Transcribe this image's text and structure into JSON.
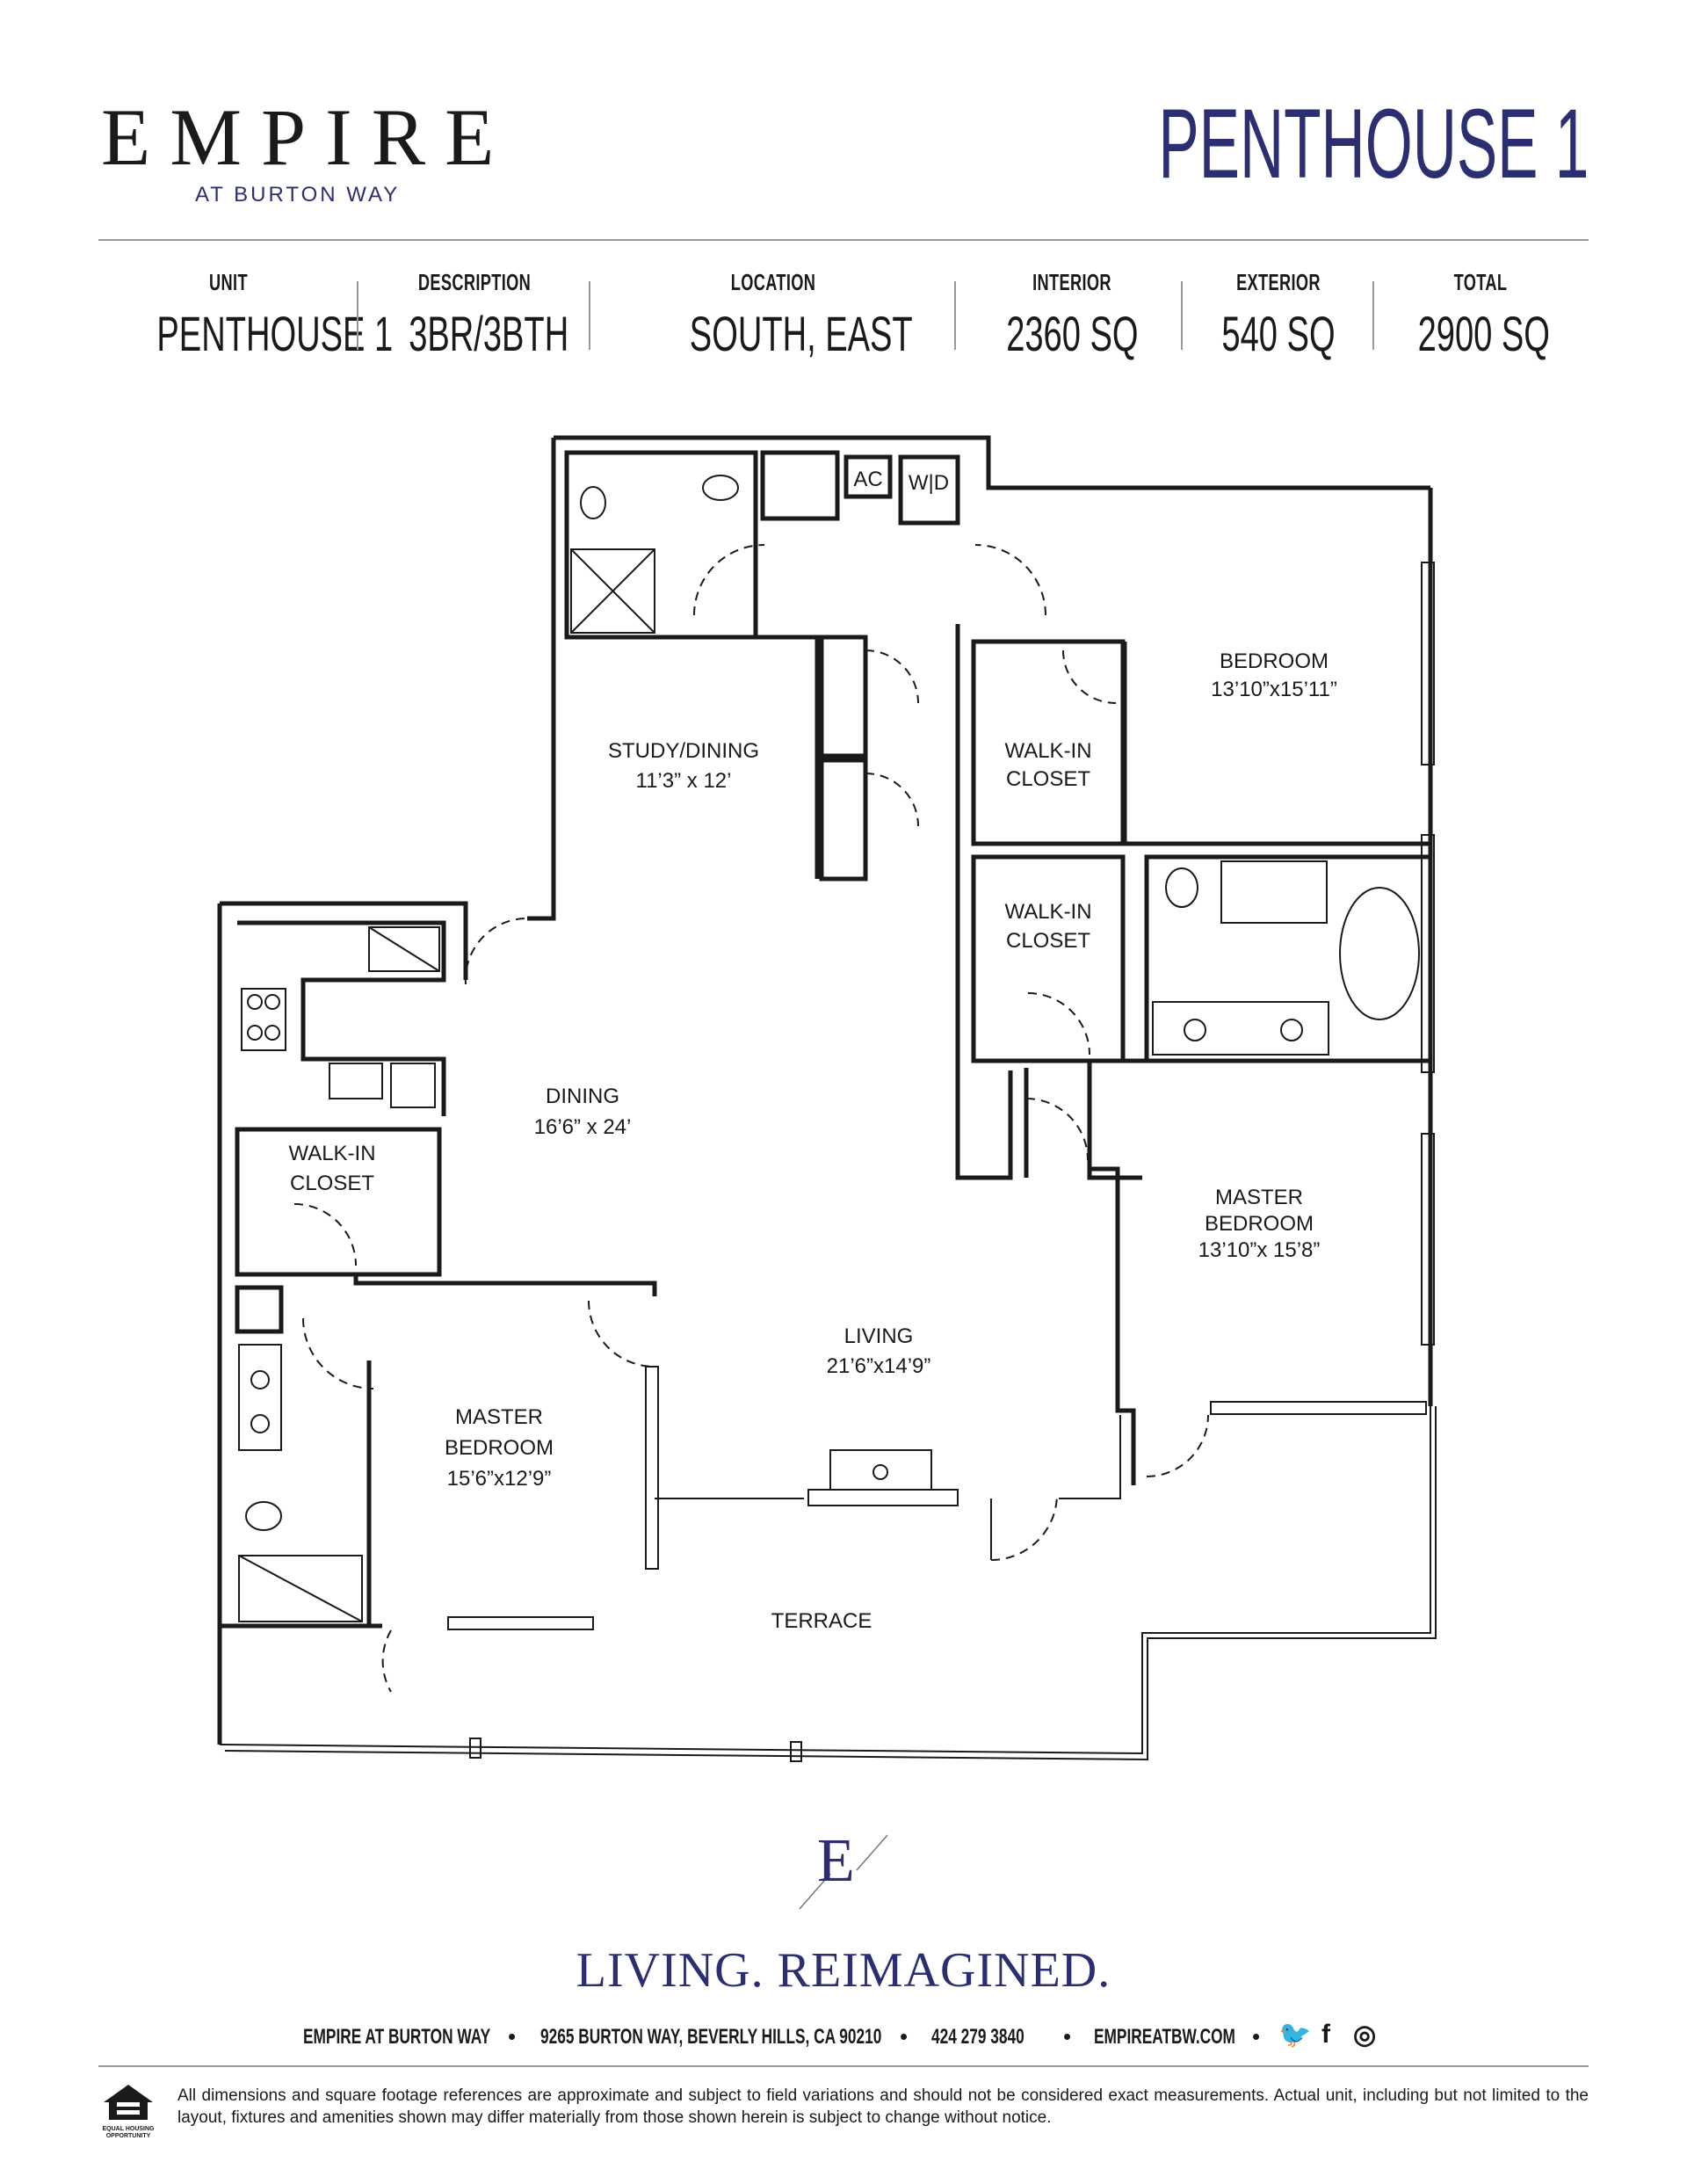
{
  "header": {
    "brand_name": "EMPIRE",
    "brand_tagline": "AT BURTON WAY",
    "unit_title": "PENTHOUSE 1"
  },
  "specs": [
    {
      "label": "UNIT",
      "value": "PENTHOUSE 1"
    },
    {
      "label": "DESCRIPTION",
      "value": "3BR/3BTH"
    },
    {
      "label": "LOCATION",
      "value": "SOUTH, EAST"
    },
    {
      "label": "INTERIOR",
      "value": "2360 SQ"
    },
    {
      "label": "EXTERIOR",
      "value": "540 SQ"
    },
    {
      "label": "TOTAL",
      "value": "2900 SQ"
    }
  ],
  "floorplan": {
    "fixtures": {
      "ac": "AC",
      "wd": "W|D"
    },
    "rooms": [
      {
        "name": "BEDROOM",
        "size": "13’10”x15’11”"
      },
      {
        "name": "STUDY/DINING",
        "size": "11’3” x 12’"
      },
      {
        "name": "WALK-IN",
        "name2": "CLOSET"
      },
      {
        "name": "WALK-IN",
        "name2": "CLOSET"
      },
      {
        "name": "DINING",
        "size": "16’6” x 24’"
      },
      {
        "name": "WALK-IN",
        "name2": "CLOSET"
      },
      {
        "name": "MASTER",
        "name2": "BEDROOM",
        "size": "13’10”x 15’8”"
      },
      {
        "name": "LIVING",
        "size": "21’6”x14’9”"
      },
      {
        "name": "MASTER",
        "name2": "BEDROOM",
        "size": "15’6”x12’9”"
      },
      {
        "name": "TERRACE"
      }
    ]
  },
  "footer": {
    "logo_letter": "E",
    "tagline": "LIVING. REIMAGINED.",
    "contact": [
      "EMPIRE AT BURTON WAY",
      "9265 BURTON WAY, BEVERLY HILLS, CA 90210",
      "424 279 3840",
      "EMPIREATBW.COM"
    ],
    "social_icons": [
      "twitter-icon",
      "facebook-icon",
      "instagram-icon"
    ],
    "social_glyphs": {
      "twitter": "🐦",
      "facebook": "f",
      "instagram": "◎"
    },
    "eho_text": "EQUAL HOUSING OPPORTUNITY",
    "disclaimer": "All dimensions and square footage references are approximate and subject to field variations and should not be considered exact measurements. Actual unit, including but not limited to the layout, fixtures and amenities shown may differ materially from those shown herein is subject to change without notice."
  },
  "colors": {
    "brand_navy": "#2b2f72",
    "ink": "#1a1a1a",
    "rule": "#9a9a9a"
  }
}
